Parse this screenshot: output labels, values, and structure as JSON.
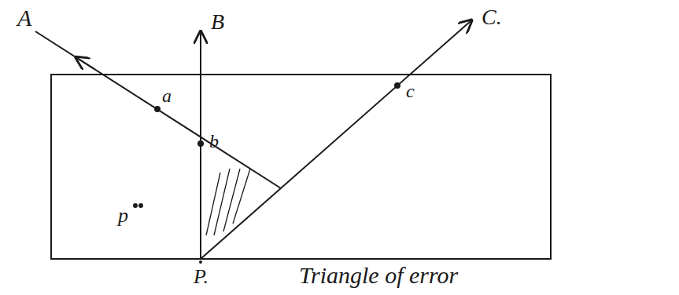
{
  "diagram": {
    "labels": [
      "A",
      "B",
      "C.",
      "a",
      "b",
      "c",
      "p",
      "P.",
      "Triangle of error"
    ]
  }
}
